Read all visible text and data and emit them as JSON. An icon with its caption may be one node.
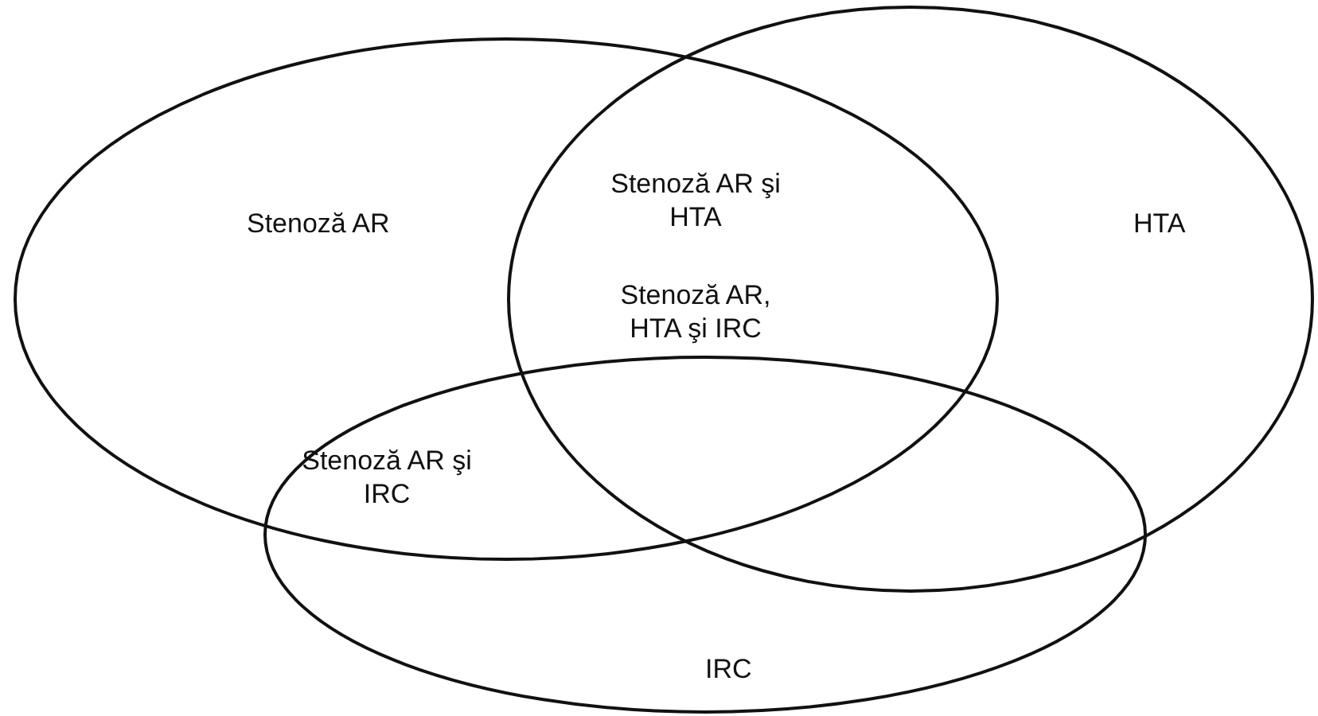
{
  "diagram": {
    "nodes": [
      {
        "text": [
          "Stenoză AR"
        ]
      },
      {
        "text": [
          "HTA"
        ]
      },
      {
        "text": [
          "IRC"
        ]
      }
    ],
    "labels": [
      "Stenoză AR şi HTA",
      "Stenoză AR, HTA şi IRC",
      "Stenoză AR şi IRC"
    ]
  }
}
